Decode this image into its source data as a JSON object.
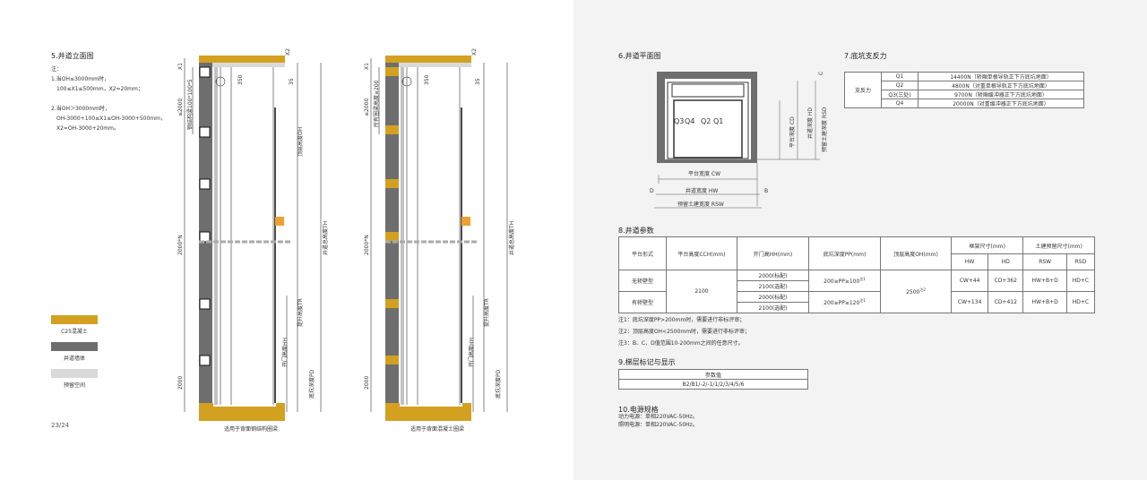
{
  "page_number": "23/24",
  "colors": {
    "concrete": "#d4a020",
    "wall": "#6e6e6e",
    "reserved": "#d9d9d9",
    "buffer": "#f0a030"
  },
  "section5": {
    "title": "5.井道立面图",
    "notes": [
      "注：",
      "1.当OH≤3000mm时，",
      "100≤X1≤500mm，X2=20mm；",
      "2.当OH＞3000mm时，",
      "OH-3000+100≤X1≤OH-3000+500mm，",
      "X2=OH-3000+20mm。"
    ],
    "drawing1": {
      "caption": "适用于背面钢结构圈梁",
      "beam_label": "钢结构梁100*100*5"
    },
    "drawing2": {
      "caption": "适用于背面混凝土圈梁",
      "beam_label": "所有圈梁高度≥200"
    },
    "dims": {
      "x1": "X1",
      "x2": "X2",
      "d350": "350",
      "d35": "35",
      "le2000": "≤2000",
      "n2000": "2000*N",
      "d2000": "2000",
      "oh": "顶层高度OH",
      "th": "井道总高度TH",
      "tr": "提升高度TR",
      "hh": "开门高度HH",
      "pd": "底坑深度PD"
    }
  },
  "legend": [
    {
      "label": "C25混凝土"
    },
    {
      "label": "井道墙体"
    },
    {
      "label": "预留空间"
    }
  ],
  "section6": {
    "title": "6.井道平面图",
    "labels": {
      "q1": "Q1",
      "q2": "Q2",
      "q3": "Q3",
      "q4": "Q4",
      "cw": "平台宽度 CW",
      "hw": "井道宽度 HW",
      "rsw": "预留土建宽度 RSW",
      "cd": "平台深度 CD",
      "hd": "井道深度 HD",
      "rsd": "预留土建深度 RSD",
      "b": "B",
      "c": "C",
      "d": "D"
    }
  },
  "section7": {
    "title": "7.底坑支反力",
    "row_header": "支反力",
    "rows": [
      {
        "key": "Q1",
        "value": "14400N（轿厢单根导轨正下方底坑地面）"
      },
      {
        "key": "Q2",
        "value": "4800N（对重单根导轨正下方底坑地面）"
      },
      {
        "key": "Q3(三处)",
        "value": "9700N（轿厢缓冲器正下方底坑地面）"
      },
      {
        "key": "Q4",
        "value": "20000N（对重缓冲器正下方底坑地面）"
      }
    ]
  },
  "section8": {
    "title": "8.井道参数",
    "headers": {
      "type": "平台形式",
      "cch": "平台高度CCH(mm)",
      "hh": "开门高HH(mm)",
      "pp": "底坑深度PP(mm)",
      "oh": "顶层高度OH(mm)",
      "frame": "框架尺寸(mm)",
      "civil": "土建预留尺寸(mm)",
      "hw": "HW",
      "hd": "HD",
      "rsw": "RSW",
      "rsd": "RSD"
    },
    "cch_value": "2100",
    "oh_value": "2500",
    "oh_note": "注2",
    "rows": [
      {
        "type": "无轿壁型",
        "hh1": "2000(标配)",
        "hh2": "2100(选配)",
        "pp": "200≥PP≥100",
        "pp_note": "注1",
        "hw": "CW+44",
        "hd": "CD+362",
        "rsw": "HW+B+D",
        "rsd": "HD+C"
      },
      {
        "type": "有轿壁型",
        "hh1": "2000(标配)",
        "hh2": "2100(选配)",
        "pp": "200≥PP≥120",
        "pp_note": "注1",
        "hw": "CW+134",
        "hd": "CD+412",
        "rsw": "HW+B+D",
        "rsd": "HD+C"
      }
    ],
    "notes": [
      "注1：底坑深度PP>200mm时，需要进行非标评审；",
      "注2：顶层高度OH<2500mm时，需要进行非标评审；",
      "注3：B、C、D值范围10-200mm之间的任意尺寸。"
    ]
  },
  "section9": {
    "title": "9.梯层标记与显示",
    "header": "参数值",
    "value": "B2/B1/-2/-1/1/2/3/4/5/6"
  },
  "section10": {
    "title": "10.电源规格",
    "lines": [
      "动力电源：单相220VAC-50Hz。",
      "照明电源：单相220VAC-50Hz。"
    ]
  }
}
